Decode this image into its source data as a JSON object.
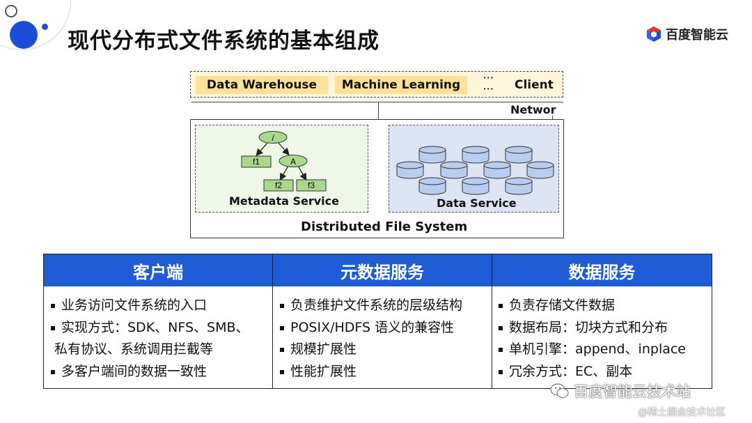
{
  "slide": {
    "title": "现代分布式文件系统的基本组成",
    "logo_text": "百度智能云"
  },
  "diagram": {
    "apps": [
      "Data Warehouse",
      "Machine Learning",
      "Client"
    ],
    "ellipsis": "···",
    "network_label": "Networ",
    "tree": {
      "root": "/",
      "node_a": "A",
      "files": [
        "f1",
        "f2",
        "f3"
      ]
    },
    "metadata_label": "Metadata Service",
    "data_label": "Data Service",
    "dfs_label": "Distributed File System",
    "colors": {
      "meta_fill": "#eef7e8",
      "node_fill": "#a9d98b",
      "data_fill": "#dde4f4",
      "disk_fill": "#b9cdf0",
      "app_fill": "#ffe19a"
    }
  },
  "table": {
    "headers": [
      "客户端",
      "元数据服务",
      "数据服务"
    ],
    "header_color": "#1d5bd7",
    "col1": [
      "业务访问文件系统的入口",
      "实现方式：SDK、NFS、SMB、",
      "私有协议、系统调用拦截等",
      "多客户端间的数据一致性"
    ],
    "col2": [
      "负责维护文件系统的层级结构",
      "POSIX/HDFS 语义的兼容性",
      "规模扩展性",
      "性能扩展性"
    ],
    "col3": [
      "负责存储文件数据",
      "数据布局：切块方式和分布",
      "单机引擎：append、inplace",
      "冗余方式：EC、副本"
    ]
  },
  "watermark": {
    "main": "百度智能云技术站",
    "sub": "@稀土掘金技术社区"
  }
}
